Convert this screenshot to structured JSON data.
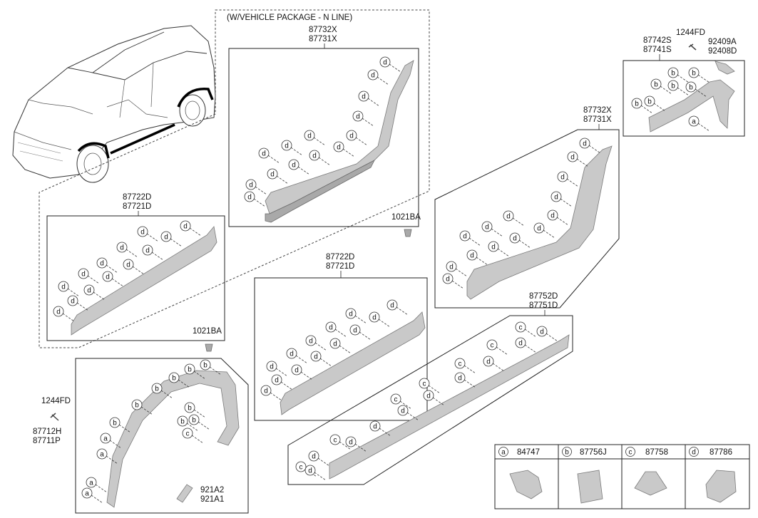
{
  "package_label": "(W/VEHICLE PACKAGE - N LINE)",
  "labels": {
    "top_center_a": "87732X",
    "top_center_b": "87731X",
    "right_mid_a": "87732X",
    "right_mid_b": "87731X",
    "top_right_a": "87742S",
    "top_right_b": "87741S",
    "bolt_top_right": "1244FD",
    "clip_top_right_a": "92409A",
    "clip_top_right_b": "92408D",
    "left_sill_a": "87722D",
    "left_sill_b": "87721D",
    "center_sill_a": "87722D",
    "center_sill_b": "87721D",
    "fastener_right": "1021BA",
    "fastener_center": "1021BA",
    "long_sill_a": "87752D",
    "long_sill_b": "87751D",
    "bolt_left": "1244FD",
    "arch_a": "87712H",
    "arch_b": "87711P",
    "bracket_a": "921A2",
    "bracket_b": "921A1"
  },
  "legend": [
    {
      "letter": "a",
      "part": "84747"
    },
    {
      "letter": "b",
      "part": "87756J"
    },
    {
      "letter": "c",
      "part": "87758"
    },
    {
      "letter": "d",
      "part": "87786"
    }
  ]
}
